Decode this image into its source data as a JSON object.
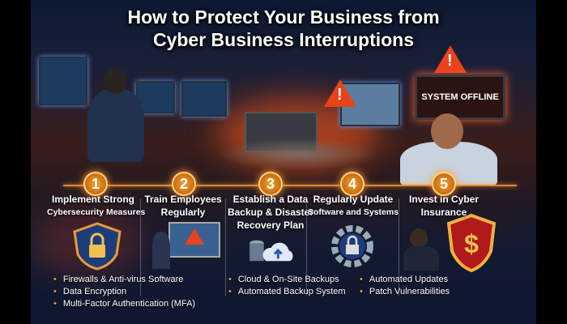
{
  "title": {
    "line1": "How to Protect Your Business from",
    "line2": "Cyber Business Interruptions"
  },
  "scene": {
    "screen_text": "SYSTEM OFFLINE",
    "warning_icon": "warning-triangle-icon"
  },
  "colors": {
    "accent": "#f0a030",
    "alert": "#e8431c",
    "background": "#141a30"
  },
  "steps": [
    {
      "number": "1",
      "title_line1": "Implement Strong",
      "title_line2": "Cybersecurity Measures",
      "icon": "shield-lock-icon"
    },
    {
      "number": "2",
      "title_line1": "Train Employees",
      "title_line2": "Regularly",
      "icon": "training-screen-icon"
    },
    {
      "number": "3",
      "title_line1": "Establish a Data",
      "title_line2": "Backup & Disaster",
      "title_line3": "Recovery Plan",
      "icon": "cloud-backup-icon"
    },
    {
      "number": "4",
      "title_line1": "Regularly Update",
      "title_line2": "Software and Systems",
      "icon": "gear-lock-icon"
    },
    {
      "number": "5",
      "title_line1": "Invest in Cyber",
      "title_line2": "Insurance",
      "icon": "shield-dollar-icon"
    }
  ],
  "bullets": {
    "security": [
      "Firewalls & Anti-virus Software",
      "Data Encryption",
      "Multi-Factor Authentication (MFA)"
    ],
    "backup": [
      "Cloud & On-Site Backups",
      "Automated Backup System"
    ],
    "updates": [
      "Automated Updates",
      "Patch Vulnerabilities"
    ]
  }
}
